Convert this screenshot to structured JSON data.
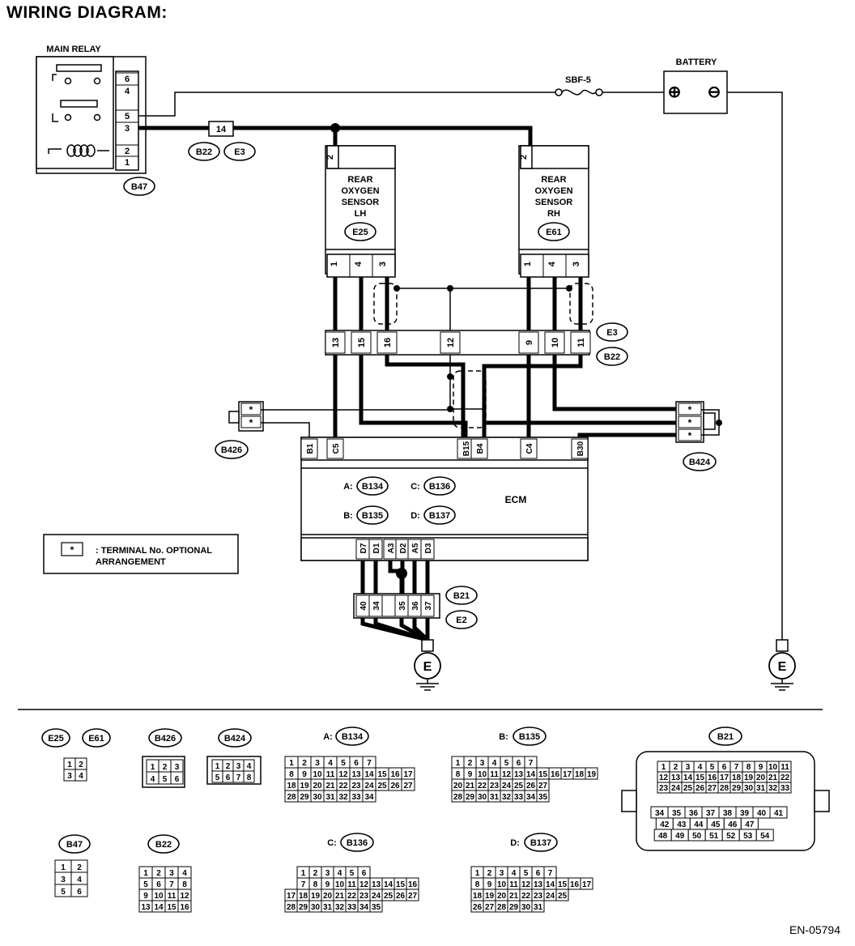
{
  "title": "WIRING DIAGRAM:",
  "footer_code": "EN-05794",
  "main_relay": {
    "label": "MAIN RELAY",
    "pins": [
      "6",
      "4",
      "5",
      "3",
      "2",
      "1"
    ],
    "connector": "B47"
  },
  "battery": {
    "label": "BATTERY",
    "plus": "⊕",
    "minus": "⊖",
    "fuse": "SBF-5"
  },
  "joint_connector": {
    "pin": "14",
    "tags": [
      "B22",
      "E3"
    ]
  },
  "sensor_lh": {
    "lines": [
      "REAR",
      "OXYGEN",
      "SENSOR",
      "LH"
    ],
    "connector": "E25",
    "top_pin": "2",
    "pins": [
      "1",
      "4",
      "3"
    ]
  },
  "sensor_rh": {
    "lines": [
      "REAR",
      "OXYGEN",
      "SENSOR",
      "RH"
    ],
    "connector": "E61",
    "top_pin": "2",
    "pins": [
      "1",
      "4",
      "3"
    ]
  },
  "mid_connector": {
    "pins": [
      "13",
      "15",
      "16",
      "12",
      "9",
      "10",
      "11"
    ],
    "tags": [
      "E3",
      "B22"
    ]
  },
  "b426": {
    "tag": "B426",
    "pins": [
      "*",
      "*"
    ]
  },
  "b424": {
    "tag": "B424",
    "pins": [
      "*",
      "*",
      "*"
    ]
  },
  "ecm": {
    "label": "ECM",
    "top_pins": [
      "B1",
      "C5",
      "B15",
      "B4",
      "C4",
      "B30"
    ],
    "bottom_pins": [
      "D7",
      "D1",
      "A3",
      "D2",
      "A5",
      "D3"
    ],
    "connectors": [
      {
        "letter": "A:",
        "tag": "B134"
      },
      {
        "letter": "C:",
        "tag": "B136"
      },
      {
        "letter": "B:",
        "tag": "B135"
      },
      {
        "letter": "D:",
        "tag": "B137"
      }
    ]
  },
  "ground_connector": {
    "pins": [
      "40",
      "34",
      "",
      "35",
      "36",
      "37"
    ],
    "tags": [
      "B21",
      "E2"
    ]
  },
  "ground_label": "E",
  "legend": {
    "star": "*",
    "line1": ": TERMINAL No. OPTIONAL",
    "line2": "ARRANGEMENT"
  },
  "faces": {
    "e25e61": {
      "tags": [
        "E25",
        "E61"
      ],
      "rows": [
        [
          "1",
          "2"
        ],
        [
          "3",
          "4"
        ]
      ]
    },
    "b426": {
      "tag": "B426",
      "rows": [
        [
          "1",
          "2",
          "3"
        ],
        [
          "4",
          "5",
          "6"
        ]
      ]
    },
    "b424": {
      "tag": "B424",
      "rows": [
        [
          "1",
          "2",
          "3",
          "4"
        ],
        [
          "5",
          "6",
          "7",
          "8"
        ]
      ]
    },
    "b134": {
      "letter": "A:",
      "tag": "B134",
      "rows": [
        [
          "1",
          "2",
          "3",
          "4",
          "5",
          "6",
          "7"
        ],
        [
          "8",
          "9",
          "10",
          "11",
          "12",
          "13",
          "14",
          "15",
          "16",
          "17"
        ],
        [
          "18",
          "19",
          "20",
          "21",
          "22",
          "23",
          "24",
          "25",
          "26",
          "27"
        ],
        [
          "28",
          "29",
          "30",
          "31",
          "32",
          "33",
          "34"
        ]
      ]
    },
    "b135": {
      "letter": "B:",
      "tag": "B135",
      "rows": [
        [
          "1",
          "2",
          "3",
          "4",
          "5",
          "6",
          "7"
        ],
        [
          "8",
          "9",
          "10",
          "11",
          "12",
          "13",
          "14",
          "15",
          "16",
          "17",
          "18",
          "19"
        ],
        [
          "20",
          "21",
          "22",
          "23",
          "24",
          "25",
          "26",
          "27"
        ],
        [
          "28",
          "29",
          "30",
          "31",
          "32",
          "33",
          "34",
          "35"
        ]
      ]
    },
    "b21": {
      "tag": "B21",
      "rows": [
        [
          "1",
          "2",
          "3",
          "4",
          "5",
          "6",
          "7",
          "8",
          "9",
          "10",
          "11"
        ],
        [
          "12",
          "13",
          "14",
          "15",
          "16",
          "17",
          "18",
          "19",
          "20",
          "21",
          "22"
        ],
        [
          "23",
          "24",
          "25",
          "26",
          "27",
          "28",
          "29",
          "30",
          "31",
          "32",
          "33"
        ],
        [
          "34",
          "35",
          "36",
          "37",
          "38",
          "39",
          "40",
          "41"
        ],
        [
          "42",
          "43",
          "44",
          "45",
          "46",
          "47"
        ],
        [
          "48",
          "49",
          "50",
          "51",
          "52",
          "53",
          "54"
        ]
      ]
    },
    "b47": {
      "tag": "B47",
      "rows": [
        [
          "1",
          "2"
        ],
        [
          "3",
          "4"
        ],
        [
          "5",
          "6"
        ]
      ]
    },
    "b22": {
      "tag": "B22",
      "rows": [
        [
          "1",
          "2",
          "3",
          "4"
        ],
        [
          "5",
          "6",
          "7",
          "8"
        ],
        [
          "9",
          "10",
          "11",
          "12"
        ],
        [
          "13",
          "14",
          "15",
          "16"
        ]
      ]
    },
    "b136": {
      "letter": "C:",
      "tag": "B136",
      "rows": [
        [
          "1",
          "2",
          "3",
          "4",
          "5",
          "6"
        ],
        [
          "7",
          "8",
          "9",
          "10",
          "11",
          "12",
          "13",
          "14",
          "15",
          "16"
        ],
        [
          "17",
          "18",
          "19",
          "20",
          "21",
          "22",
          "23",
          "24",
          "25",
          "26",
          "27"
        ],
        [
          "28",
          "29",
          "30",
          "31",
          "32",
          "33",
          "34",
          "35"
        ]
      ]
    },
    "b137": {
      "letter": "D:",
      "tag": "B137",
      "rows": [
        [
          "1",
          "2",
          "3",
          "4",
          "5",
          "6",
          "7"
        ],
        [
          "8",
          "9",
          "10",
          "11",
          "12",
          "13",
          "14",
          "15",
          "16",
          "17"
        ],
        [
          "18",
          "19",
          "20",
          "21",
          "22",
          "23",
          "24",
          "25"
        ],
        [
          "26",
          "27",
          "28",
          "29",
          "30",
          "31"
        ]
      ]
    }
  }
}
